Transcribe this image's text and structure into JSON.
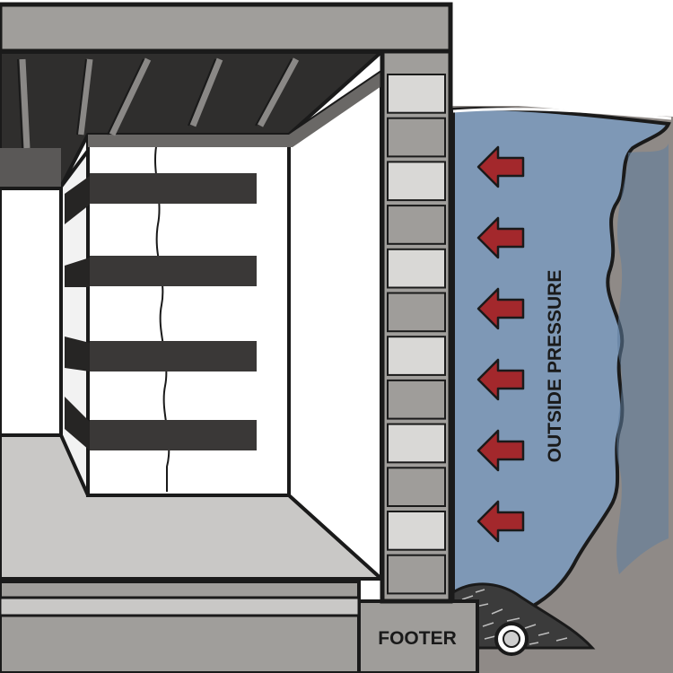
{
  "labels": {
    "outside_pressure": "OUTSIDE PRESSURE",
    "footer": "FOOTER"
  },
  "colors": {
    "outline": "#1a1a1a",
    "wall_gray": "#a09e9b",
    "block_light": "#d9d8d6",
    "block_dark": "#9f9d9a",
    "floor": "#c9c8c6",
    "ceiling_dark": "#2f2e2d",
    "water": "#7e98b6",
    "water_dark": "#5e7e9f",
    "earth": "#8f8a87",
    "arrow_red": "#a3282c",
    "brace": "#3a3837"
  },
  "icons": {
    "pressure_arrows": "arrow-left-icon",
    "drain_pipe": "drain-pipe-icon"
  },
  "pressure_arrow_count": 6,
  "brace_count": 4
}
